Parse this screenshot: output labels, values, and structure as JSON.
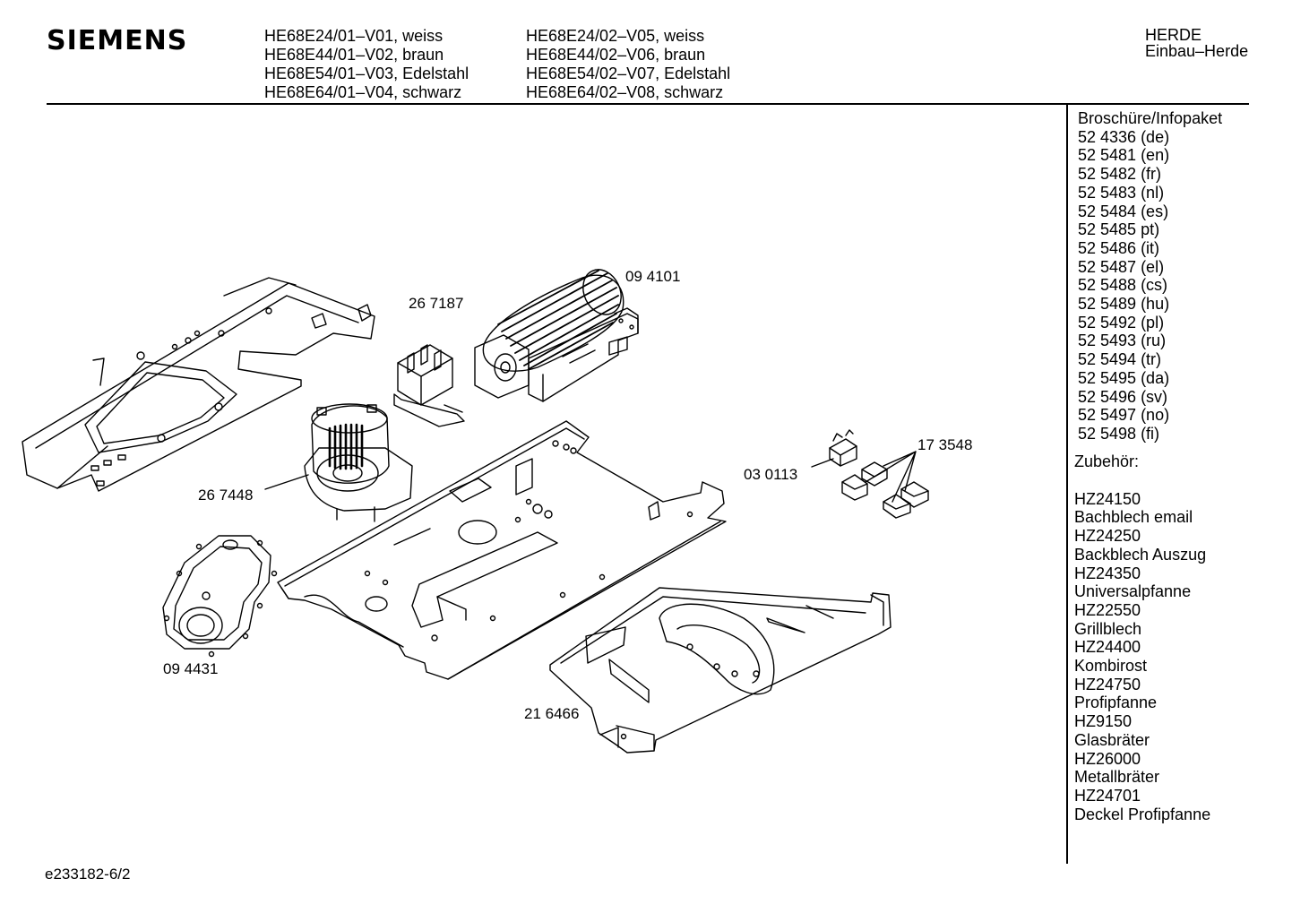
{
  "header": {
    "brand": "SIEMENS",
    "models_col1": [
      "HE68E24/01–V01, weiss",
      "HE68E44/01–V02, braun",
      "HE68E54/01–V03, Edelstahl",
      "HE68E64/01–V04, schwarz"
    ],
    "models_col2": [
      "HE68E24/02–V05, weiss",
      "HE68E44/02–V06, braun",
      "HE68E54/02–V07, Edelstahl",
      "HE68E64/02–V08, schwarz"
    ],
    "category": [
      "HERDE",
      "Einbau–Herde"
    ]
  },
  "brochure": {
    "title": "Broschüre/Infopaket",
    "items": [
      "52 4336 (de)",
      "52 5481 (en)",
      "52 5482 (fr)",
      "52 5483 (nl)",
      "52 5484 (es)",
      "52 5485 pt)",
      "52 5486 (it)",
      "52 5487 (el)",
      "52 5488 (cs)",
      "52 5489 (hu)",
      "52 5492 (pl)",
      "52 5493 (ru)",
      "52 5494 (tr)",
      "52 5495 (da)",
      "52 5496 (sv)",
      "52 5497 (no)",
      "52 5498 (fi)"
    ]
  },
  "accessories": {
    "title": "Zubehör:",
    "items": [
      {
        "code": "HZ24150",
        "name": "Bachblech email"
      },
      {
        "code": "HZ24250",
        "name": "Backblech Auszug"
      },
      {
        "code": "HZ24350",
        "name": "Universalpfanne"
      },
      {
        "code": "HZ22550",
        "name": "Grillblech"
      },
      {
        "code": "HZ24400",
        "name": "Kombirost"
      },
      {
        "code": "HZ24750",
        "name": "Profipfanne"
      },
      {
        "code": "HZ9150",
        "name": "Glasbräter"
      },
      {
        "code": "HZ26000",
        "name": "Metallbräter"
      },
      {
        "code": "HZ24701",
        "name": "Deckel Profipfanne"
      }
    ]
  },
  "parts": {
    "p094101": "09 4101",
    "p267187": "26 7187",
    "p267448": "26 7448",
    "p030113": "03 0113",
    "p173548": "17 3548",
    "p094431": "09 4431",
    "p216466": "21 6466"
  },
  "footer": {
    "doc_id": "e233182-6/2"
  }
}
